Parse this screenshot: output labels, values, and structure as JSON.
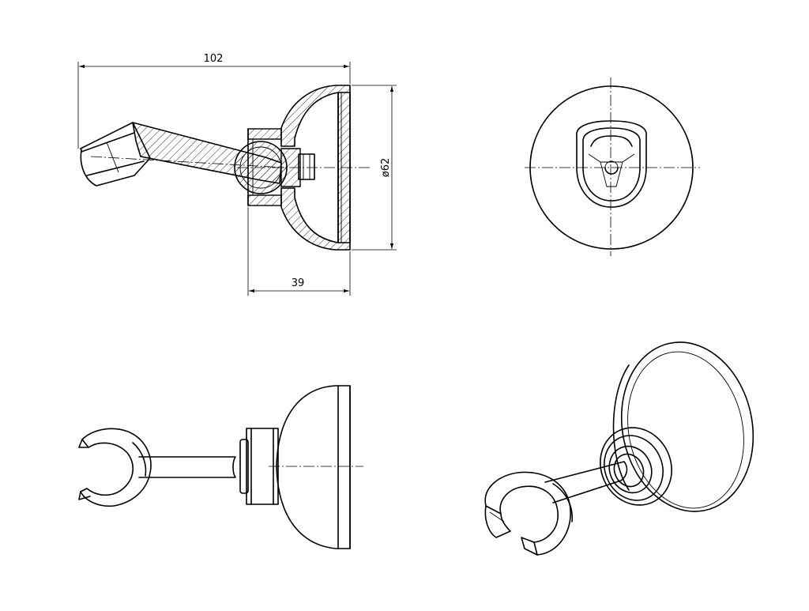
{
  "drawing": {
    "dimensions": {
      "overall_width": "102",
      "diameter": "ø62",
      "depth": "39"
    },
    "colors": {
      "line": "#000000",
      "background": "#ffffff"
    }
  }
}
